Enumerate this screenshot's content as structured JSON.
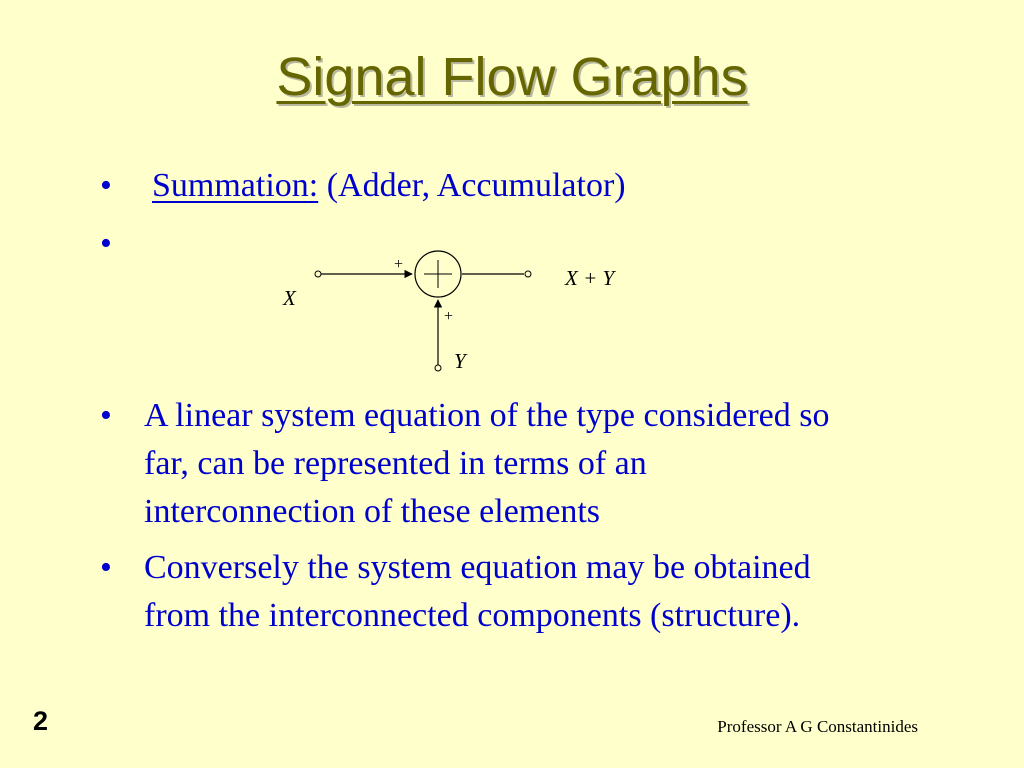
{
  "slide": {
    "title": "Signal Flow Graphs",
    "page_number": "2",
    "footer": "Professor A G Constantinides"
  },
  "bullets": {
    "summation_term": "Summation:",
    "summation_desc": "(Adder, Accumulator)",
    "linear_lines": [
      "A linear system equation of the type considered so",
      "far, can be represented in terms of an",
      "interconnection of these elements"
    ],
    "converse_lines": [
      "Conversely the system equation may be obtained",
      "from the interconnected components (structure)."
    ],
    "bullet_symbol": "•"
  },
  "diagram": {
    "input_x": "X",
    "input_y": "Y",
    "output": "X + Y",
    "plus_top": "+",
    "plus_bottom": "+",
    "adder_symbol": "plus-in-circle",
    "line_color": "#000000"
  },
  "colors": {
    "background": "#ffffcc",
    "title": "#666600",
    "body_text": "#0000cc"
  }
}
